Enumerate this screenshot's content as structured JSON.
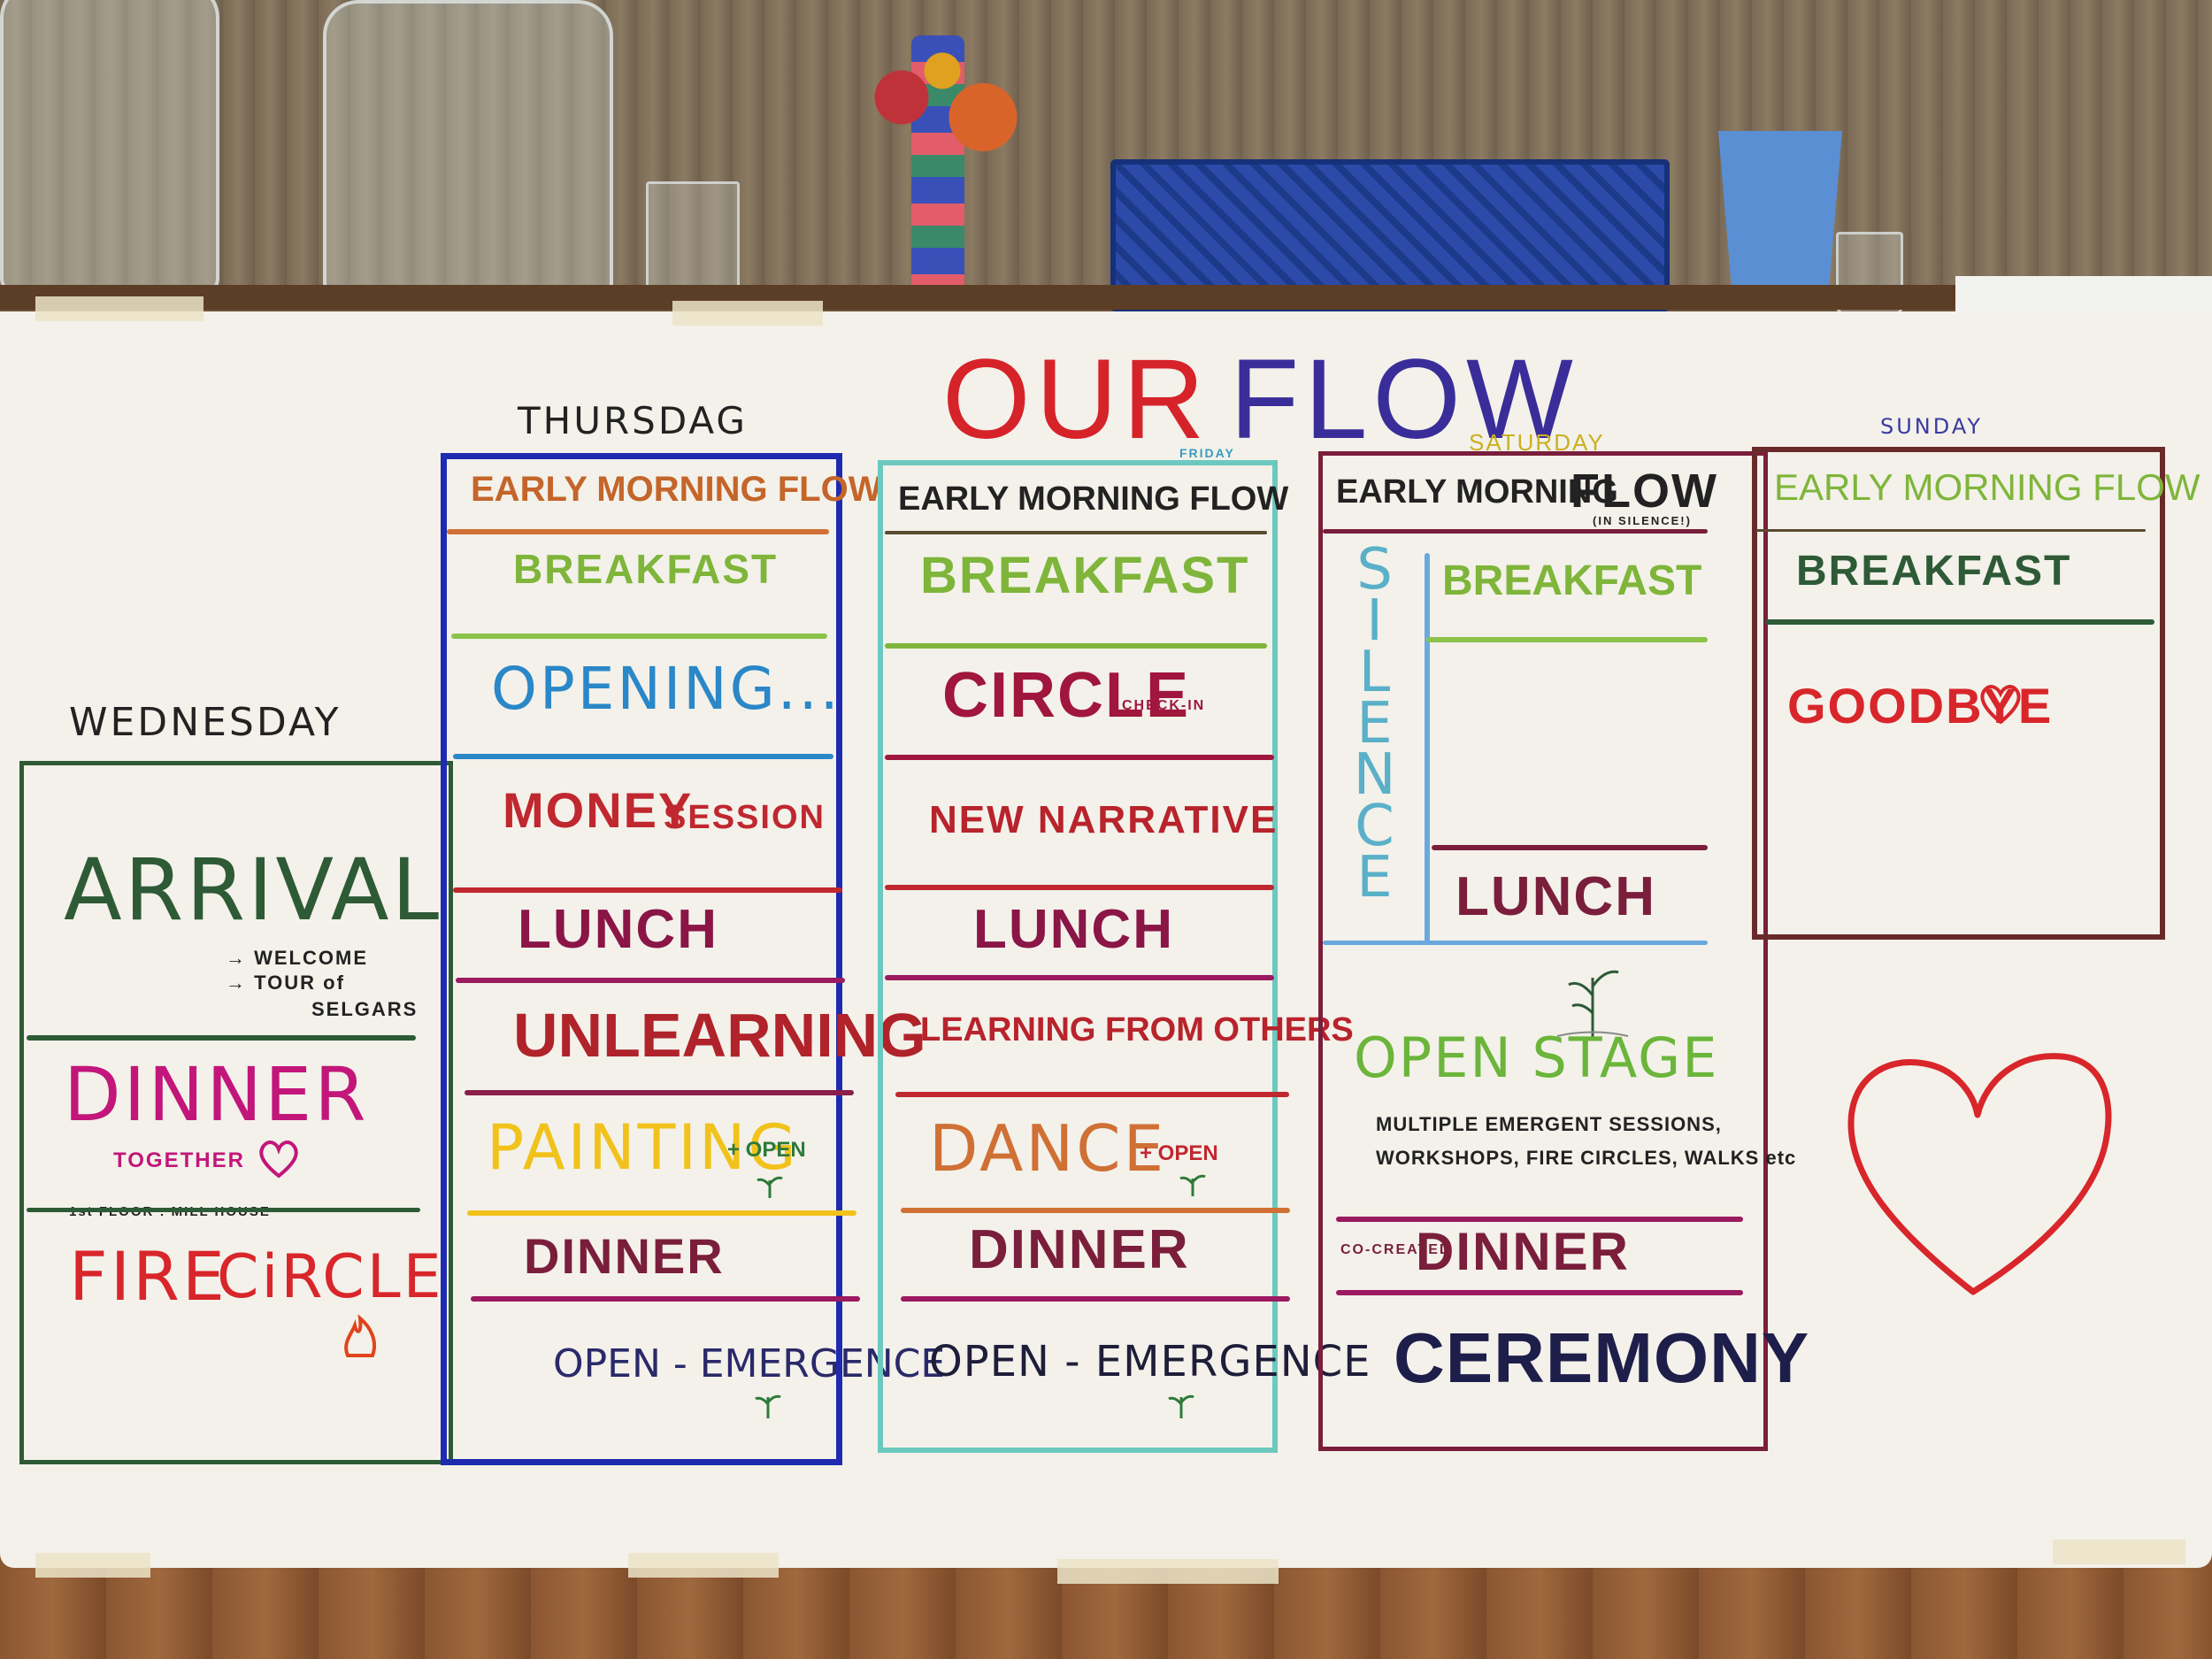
{
  "title": {
    "our": "OUR",
    "flow": "FLOW"
  },
  "wednesday": {
    "day": "WEDNESDAY",
    "arrival": "ARRIVAL",
    "welcome": "→ WELCOME",
    "tour": "→ TOUR of",
    "selgars": "SELGARS",
    "dinner": "DINNER",
    "together": "TOGETHER",
    "floor": "1st FLOOR : MILL HOUSE",
    "fire": "FIRE",
    "circle": "CiRCLE"
  },
  "thursday": {
    "day": "THURSDAG",
    "early": "EARLY MORNING FLOW",
    "breakfast": "BREAKFAST",
    "opening": "OPENING...",
    "money": "MONEY",
    "session": "SESSION",
    "lunch": "LUNCH",
    "unlearning": "UNLEARNING",
    "painting": "PAINTING",
    "plus_open": "+ OPEN",
    "dinner": "DINNER",
    "open_emergence": "OPEN - EMERGENCE"
  },
  "friday": {
    "day": "FRIDAY",
    "early": "EARLY MORNING FLOW",
    "breakfast": "BREAKFAST",
    "circle": "CIRCLE",
    "checkin": "CHECK-IN",
    "narrative": "NEW NARRATIVE",
    "lunch": "LUNCH",
    "learning": "LEARNING FROM OTHERS",
    "dance": "DANCE",
    "plus_open": "+ OPEN",
    "dinner": "DINNER",
    "open_emergence": "OPEN - EMERGENCE"
  },
  "saturday": {
    "day": "SATURDAY",
    "early": "EARLY MORNING",
    "flow": "FLOW",
    "insilence": "(IN SILENCE!)",
    "silence": "SILENCE",
    "breakfast": "BREAKFAST",
    "lunch": "LUNCH",
    "open_stage": "OPEN STAGE",
    "multiple1": "MULTIPLE EMERGENT SESSIONS,",
    "multiple2": "WORKSHOPS, FIRE CIRCLES, WALKS etc",
    "cocreated": "CO-CREATED",
    "dinner": "DINNER",
    "ceremony": "CEREMONY"
  },
  "sunday": {
    "day": "SUNDAY",
    "early": "EARLY MORNING FLOW",
    "breakfast": "BREAKFAST",
    "goodbye": "GOODBYE"
  },
  "colors": {
    "blue_border": "#1e2bb0",
    "teal_border": "#6cc9bf",
    "maroon": "#7a1e3c",
    "red": "#d8262b",
    "purple": "#3a2d9a",
    "green": "#2e8a3c",
    "magenta": "#b3155e"
  }
}
